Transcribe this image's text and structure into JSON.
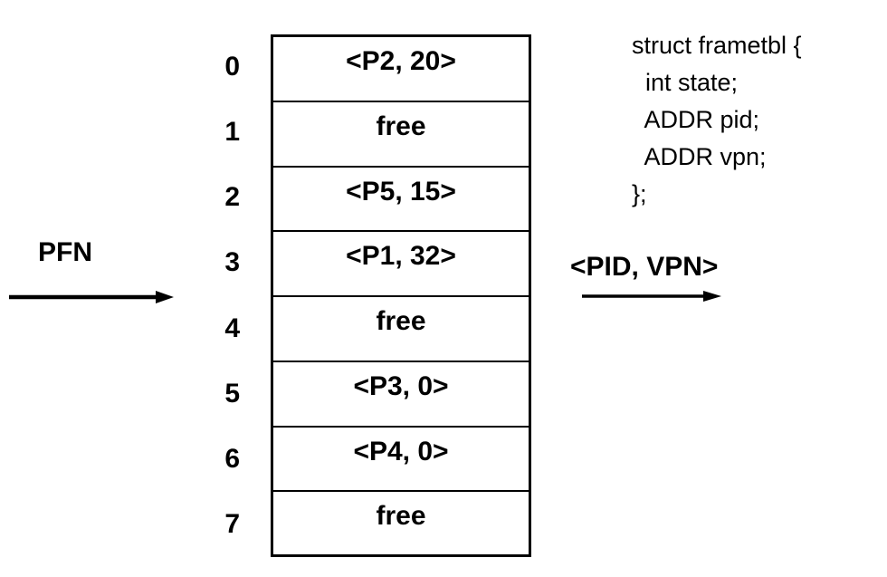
{
  "diagram": {
    "left_input": {
      "label": "PFN",
      "arrow_icon": "arrow-right-icon"
    },
    "frame_table": {
      "indices": [
        "0",
        "1",
        "2",
        "3",
        "4",
        "5",
        "6",
        "7"
      ],
      "rows": [
        {
          "index": "0",
          "value": "<P2, 20>"
        },
        {
          "index": "1",
          "value": "free"
        },
        {
          "index": "2",
          "value": "<P5, 15>"
        },
        {
          "index": "3",
          "value": "<P1, 32>"
        },
        {
          "index": "4",
          "value": "free"
        },
        {
          "index": "5",
          "value": "<P3, 0>"
        },
        {
          "index": "6",
          "value": "<P4, 0>"
        },
        {
          "index": "7",
          "value": "free"
        }
      ]
    },
    "struct_definition": {
      "lines": [
        "struct frametbl {",
        "  int state;",
        "  ADDR pid;",
        "  ADDR vpn;",
        "};"
      ]
    },
    "right_output": {
      "label": "<PID, VPN>",
      "arrow_icon": "arrow-right-icon"
    },
    "colors": {
      "background": "#ffffff",
      "ink": "#000000"
    }
  }
}
